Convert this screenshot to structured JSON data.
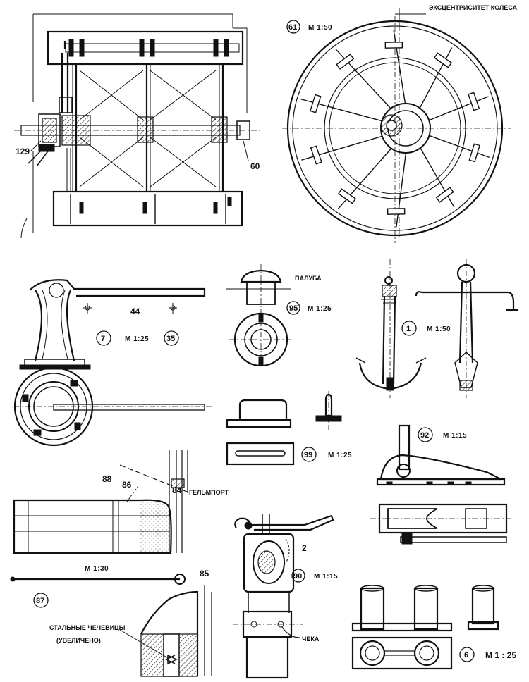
{
  "paddle": {
    "eccentric_label": "ЭКСЦЕНТРИСИТЕТ КОЛЕСА",
    "wheel_num": "61",
    "wheel_scale": "М 1:50",
    "dim_129": "129",
    "dim_60": "60"
  },
  "capstan": {
    "num": "7",
    "scale": "М 1:25",
    "num_b": "35",
    "dim_44": "44"
  },
  "deck_fitting": {
    "num": "95",
    "scale": "М 1:25",
    "deck_label": "ПАЛУБА"
  },
  "anchor": {
    "num": "1",
    "scale": "М 1:50"
  },
  "fitting_99": {
    "num": "99",
    "scale": "М 1:25"
  },
  "fitting_92": {
    "num": "92",
    "scale": "М 1:15"
  },
  "rudder": {
    "dim_88": "88",
    "dim_86": "86",
    "dim_84": "84",
    "helmport_label": "ГЕЛЬМПОРТ",
    "scale": "М 1:30",
    "num": "87",
    "dim_85": "85",
    "lens_label_1": "СТАЛЬНЫЕ ЧЕЧЕВИЦЫ",
    "lens_label_2": "(УВЕЛИЧЕНО)"
  },
  "pump": {
    "dim_2": "2",
    "num": "90",
    "scale": "М 1:15",
    "pin_label": "ЧЕКА"
  },
  "bitts": {
    "num": "6",
    "scale": "М 1 : 25"
  }
}
